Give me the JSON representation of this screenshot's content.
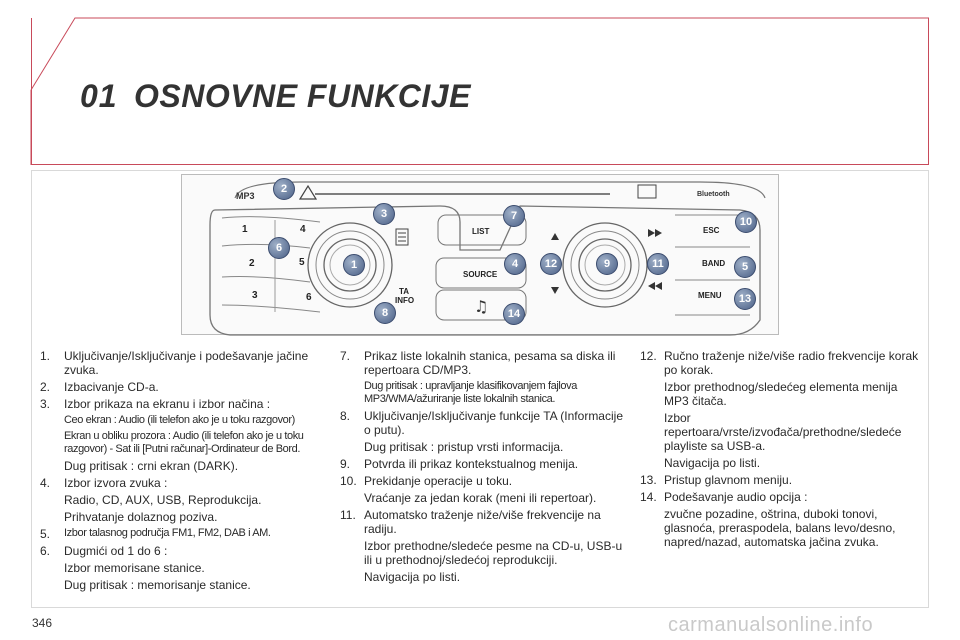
{
  "header": {
    "chapter_number": "01",
    "title": "OSNOVNE FUNKCIJE"
  },
  "panel": {
    "labels": {
      "mp3": "MP3",
      "bluetooth": "Bluetooth",
      "list": "LIST",
      "source": "SOURCE",
      "ta": "TA",
      "info": "INFO",
      "esc": "ESC",
      "band": "BAND",
      "menu": "MENU",
      "preset_1": "1",
      "preset_2": "2",
      "preset_3": "3",
      "preset_4": "4",
      "preset_5": "5",
      "preset_6": "6"
    },
    "markers": [
      "2",
      "3",
      "6",
      "1",
      "8",
      "7",
      "4",
      "14",
      "12",
      "9",
      "11",
      "10",
      "5",
      "13"
    ]
  },
  "col1": {
    "i1_num": "1.",
    "i1_txt": "Uključivanje/Isključivanje i podešavanje jačine zvuka.",
    "i2_num": "2.",
    "i2_txt": "Izbacivanje CD-a.",
    "i3_num": "3.",
    "i3_txt": "Izbor prikaza na ekranu i izbor načina :",
    "i3_s1": "Ceo ekran : Audio (ili telefon ako je u toku razgovor)",
    "i3_s2": "Ekran u obliku prozora : Audio (ili telefon ako je u toku razgovor) - Sat ili [Putni računar]-Ordinateur de Bord.",
    "i3_s3": "Dug pritisak : crni ekran (DARK).",
    "i4_num": "4.",
    "i4_txt": "Izbor izvora zvuka :",
    "i4_s1": "Radio, CD, AUX, USB, Reprodukcija.",
    "i4_s2": "Prihvatanje dolaznog poziva.",
    "i5_num": "5.",
    "i5_txt": "Izbor talasnog područja FM1, FM2, DAB i AM.",
    "i6_num": "6.",
    "i6_txt": "Dugmići od 1 do 6 :",
    "i6_s1": "Izbor memorisane stanice.",
    "i6_s2": "Dug pritisak : memorisanje stanice."
  },
  "col2": {
    "i7_num": "7.",
    "i7_txt": "Prikaz liste lokalnih stanica, pesama sa diska ili repertoara CD/MP3.",
    "i7_s1": "Dug pritisak : upravljanje klasifikovanjem fajlova MP3/WMA/ažuriranje liste lokalnih stanica.",
    "i8_num": "8.",
    "i8_txt": "Uključivanje/Isključivanje funkcije TA (Informacije o putu).",
    "i8_s1": "Dug pritisak : pristup vrsti informacija.",
    "i9_num": "9.",
    "i9_txt": "Potvrda ili prikaz kontekstualnog menija.",
    "i10_num": "10.",
    "i10_txt": "Prekidanje operacije u toku.",
    "i10_s1": "Vraćanje za jedan korak (meni ili repertoar).",
    "i11_num": "11.",
    "i11_txt": "Automatsko traženje niže/više frekvencije na radiju.",
    "i11_s1": "Izbor prethodne/sledeće pesme na CD-u, USB-u ili u prethodnoj/sledećoj reprodukciji.",
    "i11_s2": "Navigacija po listi."
  },
  "col3": {
    "i12_num": "12.",
    "i12_txt": "Ručno traženje niže/više radio frekvencije korak po korak.",
    "i12_s1": "Izbor prethodnog/sledećeg elementa menija MP3 čitača.",
    "i12_s2": "Izbor repertoara/vrste/izvođača/prethodne/sledeće playliste sa USB-a.",
    "i12_s3": "Navigacija po listi.",
    "i13_num": "13.",
    "i13_txt": "Pristup glavnom meniju.",
    "i14_num": "14.",
    "i14_txt": "Podešavanje audio opcija :",
    "i14_s1": "zvučne pozadine, oštrina, duboki tonovi, glasnoća, preraspodela, balans levo/desno, napred/nazad, automatska jačina zvuka."
  },
  "footer": {
    "page_number": "346",
    "watermark": "carmanualsonline.info"
  }
}
